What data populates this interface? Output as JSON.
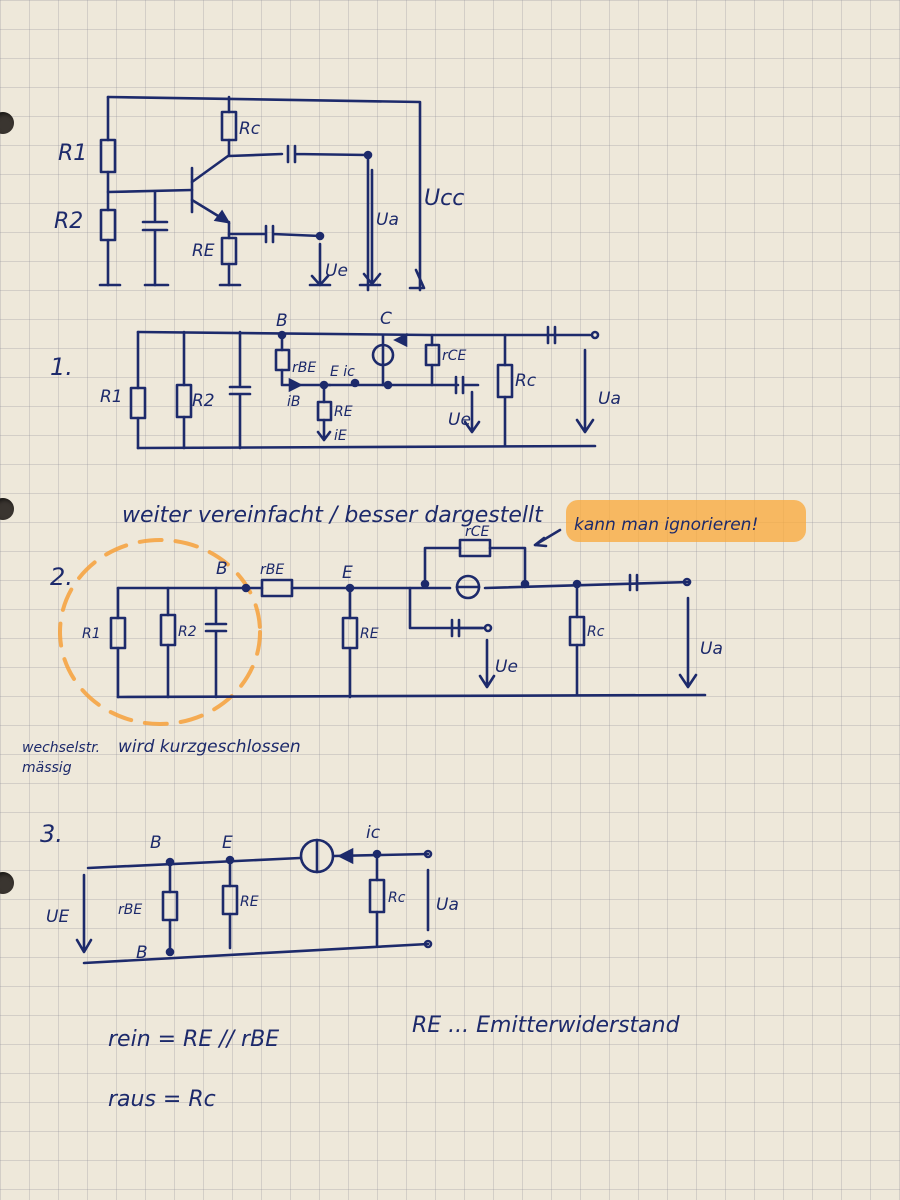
{
  "colors": {
    "ink": "#1d2a6b",
    "paper": "#eee8da",
    "highlight": "#f9a838",
    "grid": "#9a9aa5"
  },
  "diagram0": {
    "labels": {
      "r1": "R1",
      "r2": "R2",
      "rc": "Rc",
      "re": "RE",
      "ua": "Ua",
      "ue": "Ue",
      "ucc": "Ucc"
    }
  },
  "diagram1": {
    "step": "1.",
    "labels": {
      "r1": "R1",
      "r2": "R2",
      "b": "B",
      "c": "C",
      "rbe": "rBE",
      "eic": "E ic",
      "rce": "rCE",
      "ib": "iB",
      "re": "RE",
      "ie": "iE",
      "ue": "Ue",
      "rc": "Rc",
      "ua": "Ua"
    }
  },
  "caption1": "weiter vereinfacht / besser dargestellt",
  "note_ignore": "kann man ignorieren!",
  "diagram2": {
    "step": "2.",
    "labels": {
      "rce": "rCE",
      "b": "B",
      "rbe": "rBE",
      "e": "E",
      "r1": "R1",
      "r2": "R2",
      "re": "RE",
      "rc": "Rc",
      "ue": "Ue",
      "ua": "Ua"
    }
  },
  "note_short": {
    "line1": "wechselstr.",
    "line2": "mässig",
    "text": "wird kurzgeschlossen"
  },
  "diagram3": {
    "step": "3.",
    "labels": {
      "b_top": "B",
      "e": "E",
      "ic": "ic",
      "ue": "UE",
      "rbe": "rBE",
      "re": "RE",
      "rc": "Rc",
      "ua": "Ua",
      "b_bottom": "B"
    }
  },
  "formulas": {
    "rein": "rein = RE // rBE",
    "raus": "raus = Rc",
    "re_def": "RE ... Emitterwiderstand"
  }
}
